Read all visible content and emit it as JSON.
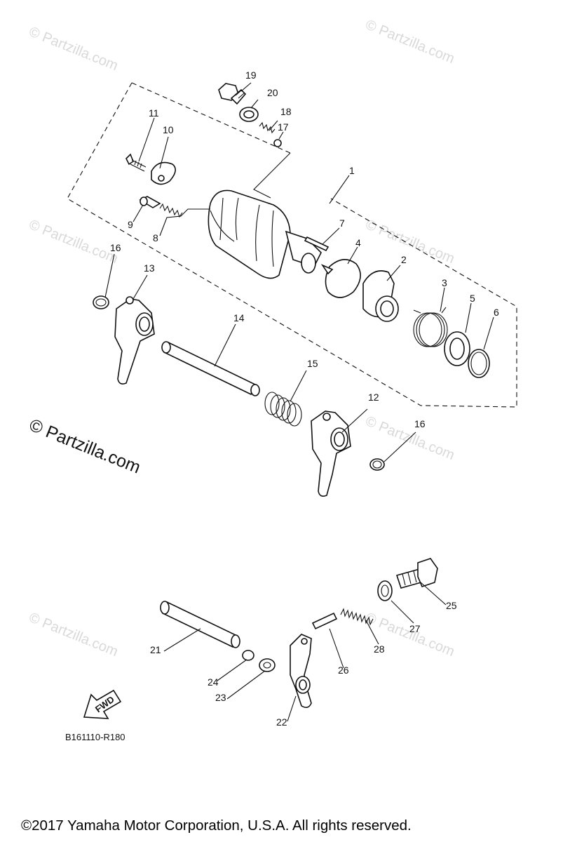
{
  "labels": {
    "p1": "1",
    "p2": "2",
    "p3": "3",
    "p4": "4",
    "p5": "5",
    "p6": "6",
    "p7": "7",
    "p8": "8",
    "p9": "9",
    "p10": "10",
    "p11": "11",
    "p12": "12",
    "p13": "13",
    "p14": "14",
    "p15": "15",
    "p16a": "16",
    "p16b": "16",
    "p17": "17",
    "p18": "18",
    "p19": "19",
    "p20": "20",
    "p21": "21",
    "p22": "22",
    "p23": "23",
    "p24": "24",
    "p25": "25",
    "p26": "26",
    "p27": "27",
    "p28": "28"
  },
  "watermark": {
    "main": "© Partzilla.com",
    "faint": "© Partzilla.com"
  },
  "fwd_label": "FWD",
  "reference_code": "B161110-R180",
  "copyright": "©2017  Yamaha Motor Corporation, U.S.A. All rights reserved."
}
